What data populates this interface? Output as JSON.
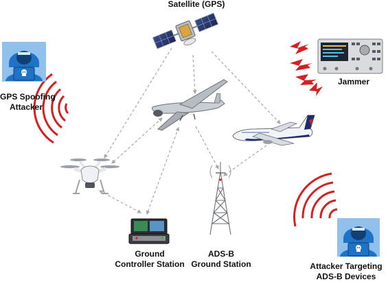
{
  "labels": {
    "satellite": "Satellite (GPS)",
    "jammer": "Jammer",
    "gps_attacker": [
      "GPS Spoofing",
      "Attacker"
    ],
    "ground_controller": [
      "Ground",
      "Controller Station"
    ],
    "adsb_station": [
      "ADS-B",
      "Ground Station"
    ],
    "adsb_attacker": [
      "Attacker Targeting",
      "ADS-B Devices"
    ]
  },
  "colors": {
    "link": "#a8a8a8",
    "signal": "#d42020",
    "hacker": "#1f73c4",
    "hacker_bg": "#8fc1ec",
    "label": "#111111"
  },
  "icons": {
    "satellite": "satellite-icon",
    "uav": "uav-drone-icon",
    "quadcopter": "quadcopter-drone-icon",
    "airliner": "airliner-icon",
    "ground_controller": "ground-controller-case-icon",
    "adsb_tower": "radio-tower-icon",
    "jammer": "signal-generator-icon",
    "attacker": "hacker-icon"
  }
}
